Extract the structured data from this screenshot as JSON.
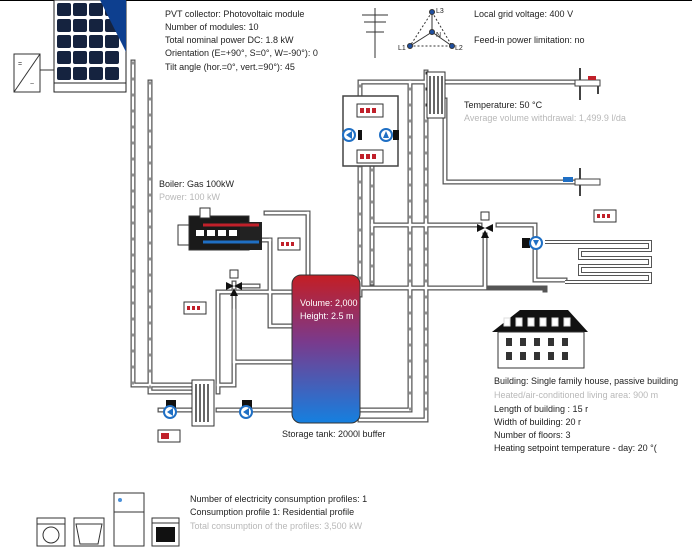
{
  "pvt_collector": {
    "line1": "PVT collector: Photovoltaic module",
    "line2": "Number of modules: 10",
    "line3": "Total nominal power DC: 1.8 kW",
    "line4": "Orientation (E=+90°, S=0°, W=-90°): 0",
    "line5": "Tilt angle (hor.=0°, vert.=90°): 45"
  },
  "grid": {
    "voltage": "Local grid voltage: 400 V",
    "feed_in": "Feed-in power limitation: no",
    "phase_labels": [
      "L3",
      "L1",
      "L2",
      "N"
    ]
  },
  "hot_water": {
    "temperature": "Temperature: 50 °C",
    "withdrawal": "Average volume withdrawal: 1,499.9 l/da"
  },
  "boiler": {
    "type": "Boiler: Gas 100kW",
    "power": "Power: 100 kW"
  },
  "storage": {
    "volume": "Volume: 2,000",
    "height": "Height: 2.5 m",
    "caption": "Storage tank: 2000l buffer"
  },
  "building": {
    "line1": "Building: Single family house, passive building",
    "line2": "Heated/air-conditioned living area: 900 m",
    "line3": "Length of building : 15 r",
    "line4": "Width of building: 20 r",
    "line5": "Number of floors: 3",
    "line6": "Heating setpoint temperature - day: 20 °("
  },
  "consumption": {
    "line1": "Number of electricity consumption profiles: 1",
    "line2": "Consumption profile 1: Residential profile",
    "line3": "Total consumption of the profiles: 3,500 kW"
  },
  "colors": {
    "pipe_outline": "#444444",
    "pump_blue": "#1f6fc4",
    "tank_red": "#c0202a",
    "tank_blue": "#1a7bd6",
    "pv_panel": "#15233f"
  }
}
